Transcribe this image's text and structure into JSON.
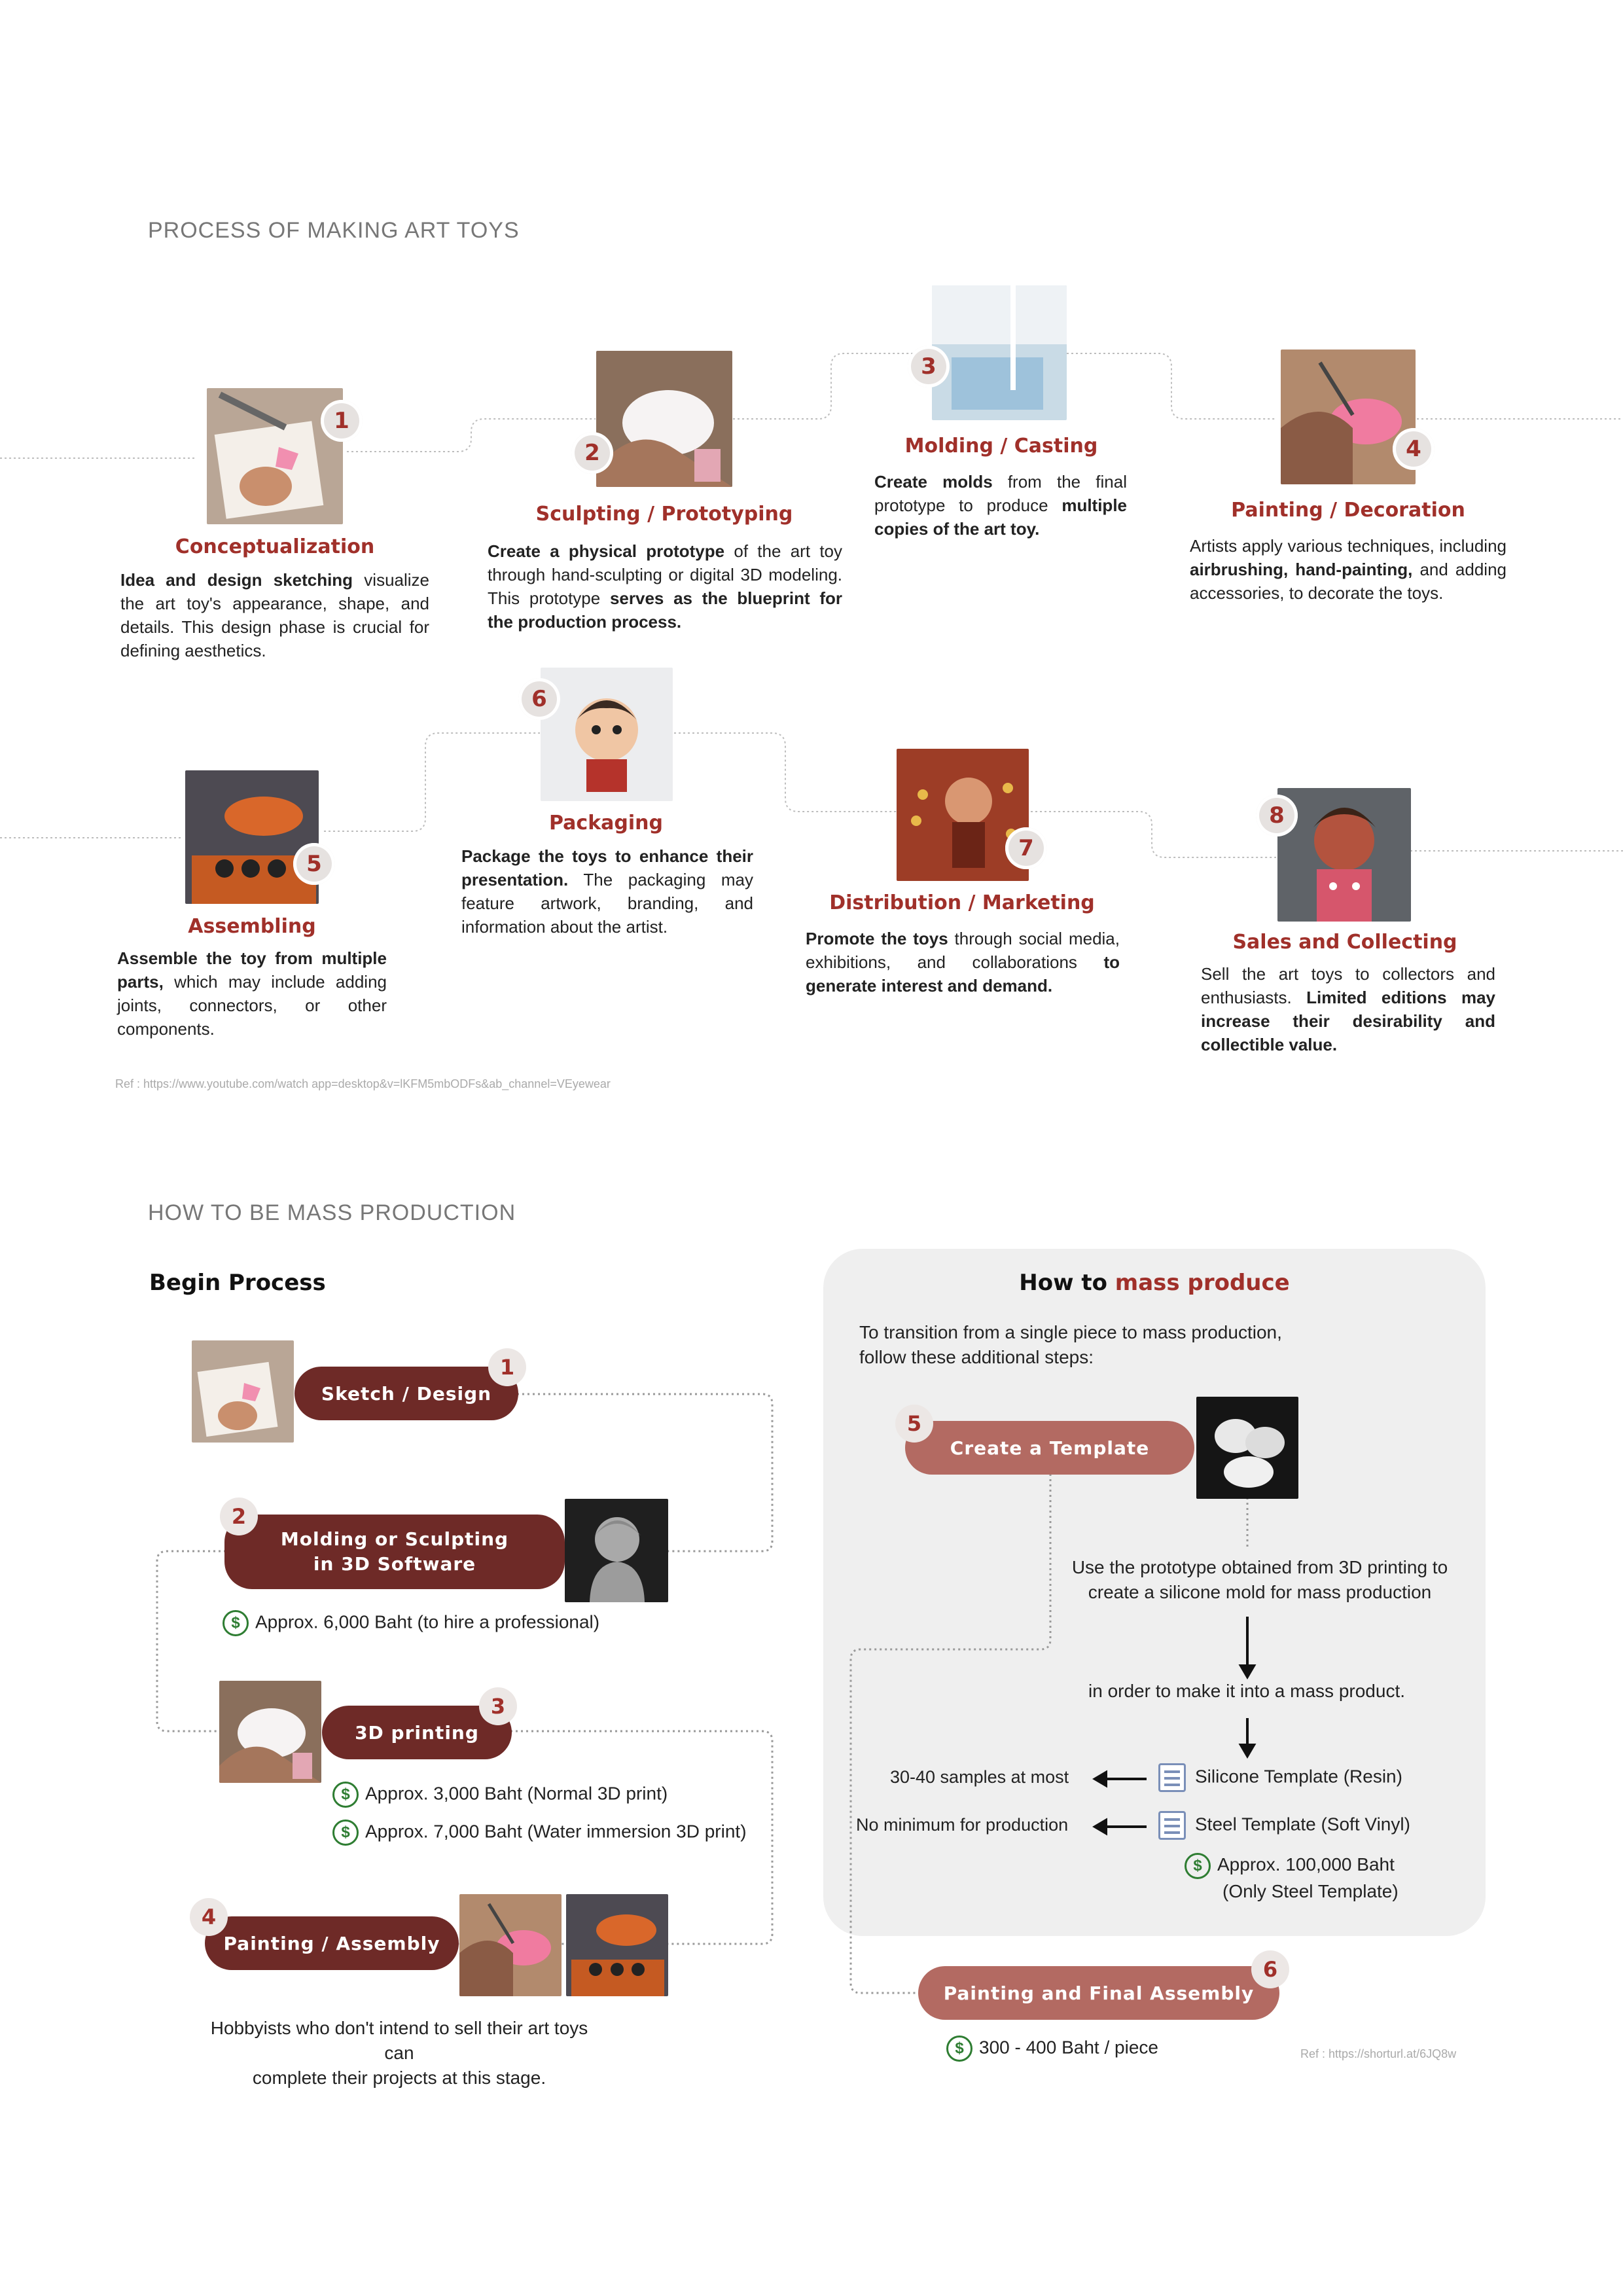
{
  "section1": {
    "title": "PROCESS OF MAKING ART TOYS",
    "steps": [
      {
        "num": "1",
        "title": "Conceptualization",
        "desc_bold": "Idea and design sketching",
        "desc_rest": " visualize the art toy's appearance, shape, and details. This design phase is crucial for defining aesthetics."
      },
      {
        "num": "2",
        "title": "Sculpting / Prototyping",
        "desc_bold": "Create a physical prototype",
        "desc_mid": " of the art toy through hand-sculpting or digital 3D modeling. This prototype ",
        "desc_bold2": "serves as the blueprint for the production process."
      },
      {
        "num": "3",
        "title": "Molding / Casting",
        "desc_bold": "Create molds",
        "desc_mid": " from the final prototype to produce ",
        "desc_bold2": "multiple copies of the art toy."
      },
      {
        "num": "4",
        "title": "Painting / Decoration",
        "desc_pre": "Artists apply various techniques, including ",
        "desc_bold": "airbrushing, hand-painting,",
        "desc_rest": " and adding accessories, to decorate the toys."
      },
      {
        "num": "5",
        "title": "Assembling",
        "desc_bold": "Assemble the toy from multiple parts,",
        "desc_rest": " which may include adding joints, connectors, or other components."
      },
      {
        "num": "6",
        "title": "Packaging",
        "desc_bold": "Package the toys to enhance their presentation.",
        "desc_rest": " The packaging may feature artwork, branding, and information about the artist."
      },
      {
        "num": "7",
        "title": "Distribution / Marketing",
        "desc_bold": "Promote the toys",
        "desc_mid": " through social media, exhibitions, and collaborations ",
        "desc_bold2": "to generate interest and demand."
      },
      {
        "num": "8",
        "title": "Sales and Collecting",
        "desc_pre": "Sell the art toys to collectors and enthusiasts. ",
        "desc_bold": "Limited editions may increase their desirability and collectible value."
      }
    ],
    "ref": "Ref : https://www.youtube.com/watch app=desktop&v=lKFM5mbODFs&ab_channel=VEyewear"
  },
  "section2": {
    "title": "HOW TO BE MASS PRODUCTION",
    "begin_title": "Begin Process",
    "steps_left": [
      {
        "num": "1",
        "label": "Sketch / Design"
      },
      {
        "num": "2",
        "label_line1": "Molding or Sculpting",
        "label_line2": "in 3D Software",
        "cost": "Approx. 6,000 Baht (to hire a professional)"
      },
      {
        "num": "3",
        "label": "3D printing",
        "cost1": "Approx. 3,000 Baht (Normal 3D print)",
        "cost2": "Approx. 7,000 Baht (Water immersion 3D print)"
      },
      {
        "num": "4",
        "label": "Painting / Assembly",
        "note_line1": "Hobbyists who don't intend to sell their art toys can",
        "note_line2": "complete their projects at this stage."
      }
    ],
    "right": {
      "title_prefix": "How to ",
      "title_accent": "mass produce",
      "intro_line1": "To transition from a single piece to mass production,",
      "intro_line2": "follow these additional steps:",
      "step5": {
        "num": "5",
        "label": "Create a Template"
      },
      "use_line1": "Use the prototype obtained from 3D printing to",
      "use_line2": "create a silicone mold for mass production",
      "in_order": "in order to make it into a mass product.",
      "row1_left": "30-40 samples at most",
      "row1_right": "Silicone Template (Resin)",
      "row2_left": "No minimum for production",
      "row2_right": "Steel Template (Soft Vinyl)",
      "cost_line1": "Approx. 100,000 Baht",
      "cost_line2": "(Only Steel Template)",
      "step6": {
        "num": "6",
        "label": "Painting and Final Assembly"
      },
      "step6_cost": "300 - 400 Baht / piece"
    },
    "dollar_symbol": "$",
    "ref": "Ref : https://shorturl.at/6JQ8w"
  }
}
